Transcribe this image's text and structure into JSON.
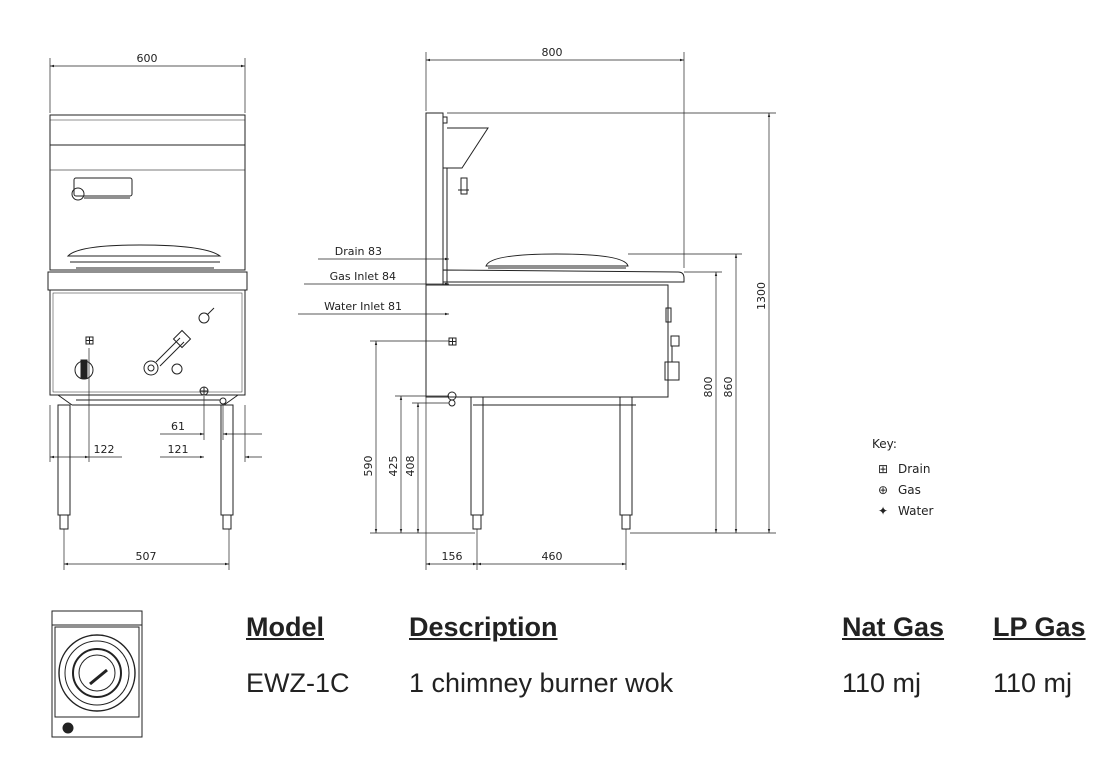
{
  "dimensions": {
    "front_width": "600",
    "side_depth": "800",
    "total_height": "1300",
    "height_860": "860",
    "height_800": "800",
    "drain_height": "590",
    "water_height": "425",
    "gas_height": "408",
    "leg_span_front": "507",
    "offset_122": "122",
    "offset_61": "61",
    "offset_121": "121",
    "offset_156": "156",
    "leg_span_side": "460"
  },
  "callouts": {
    "drain": "Drain 83",
    "gas_inlet": "Gas Inlet 84",
    "water_inlet": "Water Inlet 81"
  },
  "key": {
    "title": "Key:",
    "items": [
      {
        "symbol": "⊞",
        "label": "Drain"
      },
      {
        "symbol": "⊕",
        "label": "Gas"
      },
      {
        "symbol": "✦",
        "label": "Water"
      }
    ]
  },
  "table": {
    "headers": {
      "model": "Model",
      "description": "Description",
      "nat_gas": "Nat Gas",
      "lp_gas": "LP Gas"
    },
    "row": {
      "model": "EWZ-1C",
      "description": "1 chimney burner wok",
      "nat_gas": "110 mj",
      "lp_gas": "110 mj"
    }
  },
  "colors": {
    "line": "#222222"
  }
}
